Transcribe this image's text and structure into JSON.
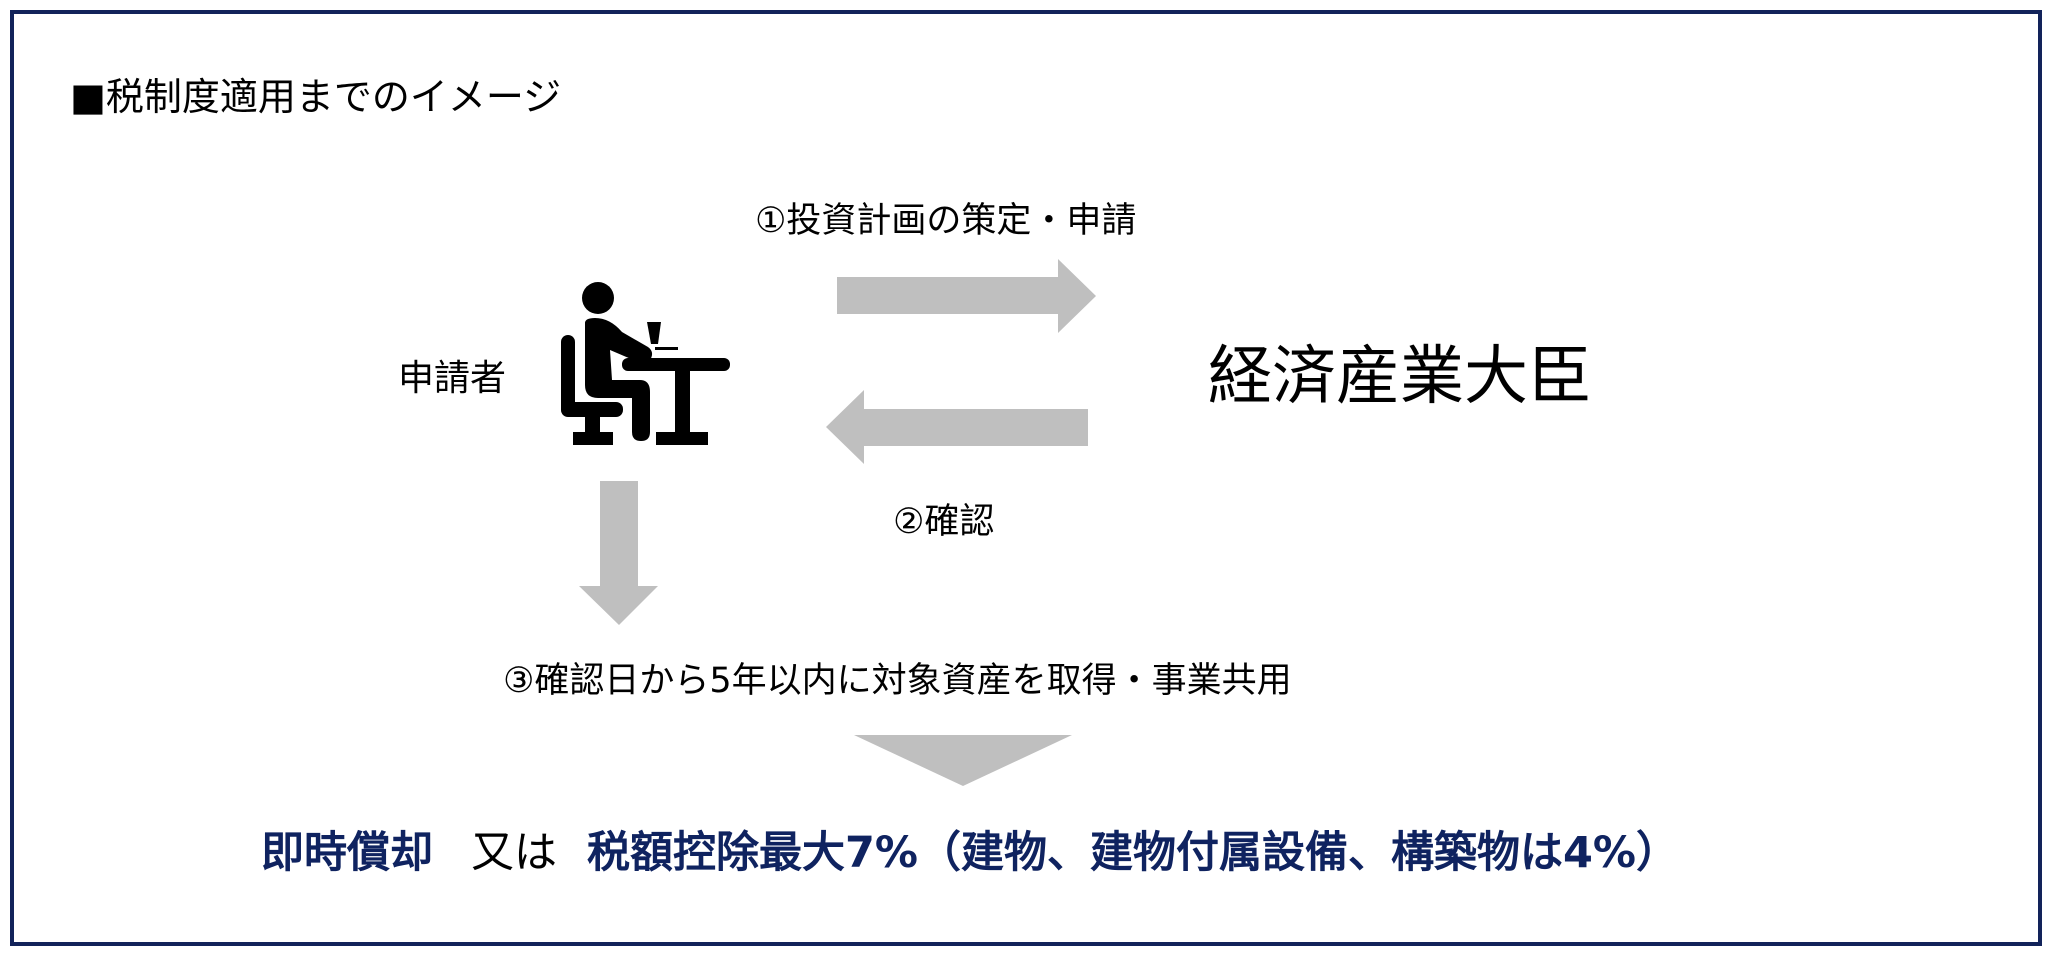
{
  "title": "■税制度適用までのイメージ",
  "step1_label": "①投資計画の策定・申請",
  "applicant_label": "申請者",
  "minister_label": "経済産業大臣",
  "step2_label": "②確認",
  "step3_label": "③確認日から5年以内に対象資産を取得・事業共用",
  "result": {
    "option1": "即時償却",
    "connector": "又は",
    "option2": "税額控除最大7%（建物、建物付属設備、構築物は4%）"
  },
  "colors": {
    "frame": "#12235a",
    "accent": "#0f2360",
    "arrow": "#bfbfbf"
  }
}
